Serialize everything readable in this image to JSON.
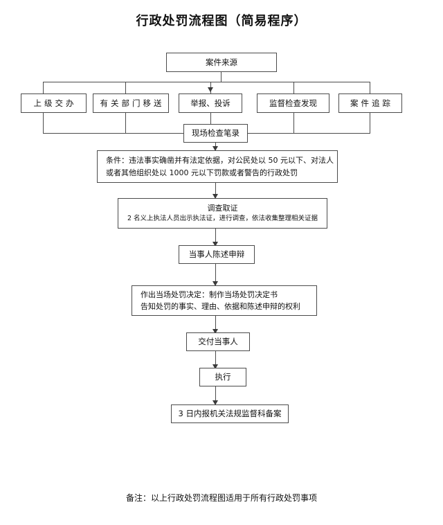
{
  "document": {
    "title": "行政处罚流程图（简易程序）",
    "footnote": "备注：以上行政处罚流程图适用于所有行政处罚事项"
  },
  "chart_data": {
    "type": "diagram",
    "diagram_kind": "flowchart",
    "title": "行政处罚流程图（简易程序）",
    "orientation": "top-to-bottom",
    "nodes": [
      {
        "id": "n1",
        "label": "案件来源",
        "shape": "rectangle",
        "level": 1
      },
      {
        "id": "n2a",
        "label": "上级交办",
        "shape": "rectangle",
        "level": 2
      },
      {
        "id": "n2b",
        "label": "有关部门移送",
        "shape": "rectangle",
        "level": 2
      },
      {
        "id": "n2c",
        "label": "举报、投诉",
        "shape": "rectangle",
        "level": 2
      },
      {
        "id": "n2d",
        "label": "监督检查发现",
        "shape": "rectangle",
        "level": 2
      },
      {
        "id": "n2e",
        "label": "案件追踪",
        "shape": "rectangle",
        "level": 2
      },
      {
        "id": "n3",
        "label": "现场检查笔录",
        "shape": "rectangle",
        "level": 3
      },
      {
        "id": "n4",
        "label_line1": "条件：违法事实确凿并有法定依据，对公民处以 50 元以下、对法人",
        "label_line2": "或者其他组织处以 1000 元以下罚款或者警告的行政处罚",
        "shape": "rectangle",
        "level": 4
      },
      {
        "id": "n5",
        "label_line1": "调查取证",
        "label_line2": "2 名义上执法人员出示执法证，进行调查，依法收集整理相关证据",
        "shape": "rectangle",
        "level": 5
      },
      {
        "id": "n6",
        "label": "当事人陈述申辩",
        "shape": "rectangle",
        "level": 6
      },
      {
        "id": "n7",
        "label_line1": "作出当场处罚决定：制作当场处罚决定书",
        "label_line2": "告知处罚的事实、理由、依据和陈述申辩的权利",
        "shape": "rectangle",
        "level": 7
      },
      {
        "id": "n8",
        "label": "交付当事人",
        "shape": "rectangle",
        "level": 8
      },
      {
        "id": "n9",
        "label": "执行",
        "shape": "rectangle",
        "level": 9
      },
      {
        "id": "n10",
        "label": "3 日内报机关法规监督科备案",
        "shape": "rectangle",
        "level": 10
      }
    ],
    "edges": [
      {
        "from": "n1",
        "to": "n2a"
      },
      {
        "from": "n1",
        "to": "n2b"
      },
      {
        "from": "n1",
        "to": "n2c"
      },
      {
        "from": "n1",
        "to": "n2d"
      },
      {
        "from": "n1",
        "to": "n2e"
      },
      {
        "from": "n2a",
        "to": "n3"
      },
      {
        "from": "n2b",
        "to": "n3"
      },
      {
        "from": "n2c",
        "to": "n3"
      },
      {
        "from": "n2d",
        "to": "n3"
      },
      {
        "from": "n2e",
        "to": "n3"
      },
      {
        "from": "n3",
        "to": "n4"
      },
      {
        "from": "n4",
        "to": "n5"
      },
      {
        "from": "n5",
        "to": "n6"
      },
      {
        "from": "n6",
        "to": "n7"
      },
      {
        "from": "n7",
        "to": "n8"
      },
      {
        "from": "n8",
        "to": "n9"
      },
      {
        "from": "n9",
        "to": "n10"
      }
    ],
    "colors": {
      "background": "#ffffff",
      "node_border": "#4a4a4a",
      "node_fill": "#ffffff",
      "connector": "#4a4a4a",
      "text": "#111111"
    }
  }
}
